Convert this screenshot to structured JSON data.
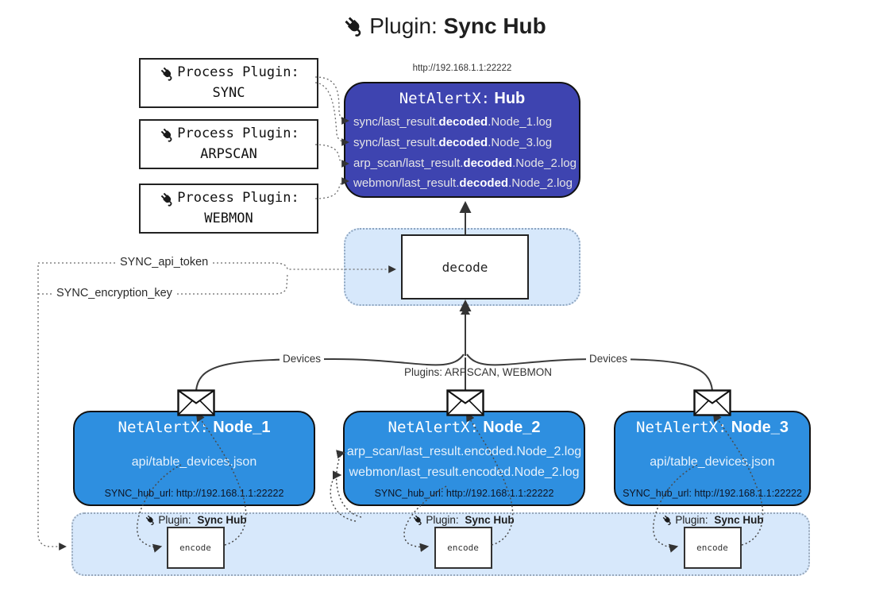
{
  "title": {
    "prefix": "Plugin:",
    "name": "Sync Hub"
  },
  "process_plugins": [
    {
      "label": "Process Plugin:",
      "name": "SYNC"
    },
    {
      "label": "Process Plugin:",
      "name": "ARPSCAN"
    },
    {
      "label": "Process Plugin:",
      "name": "WEBMON"
    }
  ],
  "hub": {
    "url": "http://192.168.1.1:22222",
    "title_prefix": "NetAlertX:",
    "title_name": "Hub",
    "logs": [
      {
        "pre": "sync/last_result.",
        "bold": "decoded",
        "post": ".Node_1.log"
      },
      {
        "pre": "sync/last_result.",
        "bold": "decoded",
        "post": ".Node_3.log"
      },
      {
        "pre": "arp_scan/last_result.",
        "bold": "decoded",
        "post": ".Node_2.log"
      },
      {
        "pre": "webmon/last_result.",
        "bold": "decoded",
        "post": ".Node_2.log"
      }
    ]
  },
  "decode": {
    "label": "decode"
  },
  "tokens": {
    "api_token": "SYNC_api_token",
    "encryption_key": "SYNC_encryption_key"
  },
  "edges": {
    "devices_left": "Devices",
    "devices_right": "Devices",
    "plugins_mid": "Plugins: ARPSCAN, WEBMON"
  },
  "nodes": [
    {
      "title_prefix": "NetAlertX:",
      "title_name": "Node_1",
      "files": [
        "api/table_devices.json"
      ],
      "hub_url": "SYNC_hub_url: http://192.168.1.1:22222"
    },
    {
      "title_prefix": "NetAlertX:",
      "title_name": "Node_2",
      "files": [
        "arp_scan/last_result.encoded.Node_2.log",
        "webmon/last_result.encoded.Node_2.log"
      ],
      "hub_url": "SYNC_hub_url: http://192.168.1.1:22222"
    },
    {
      "title_prefix": "NetAlertX:",
      "title_name": "Node_3",
      "files": [
        "api/table_devices.json"
      ],
      "hub_url": "SYNC_hub_url: http://192.168.1.1:22222"
    }
  ],
  "encoders": [
    {
      "plugin_prefix": "Plugin:",
      "plugin_name": "Sync Hub",
      "label": "encode"
    },
    {
      "plugin_prefix": "Plugin:",
      "plugin_name": "Sync Hub",
      "label": "encode"
    },
    {
      "plugin_prefix": "Plugin:",
      "plugin_name": "Sync Hub",
      "label": "encode"
    }
  ],
  "colors": {
    "hub_fill": "#3e44b0",
    "node_fill": "#2e8fe0",
    "panel_fill": "#d7e8fb"
  }
}
